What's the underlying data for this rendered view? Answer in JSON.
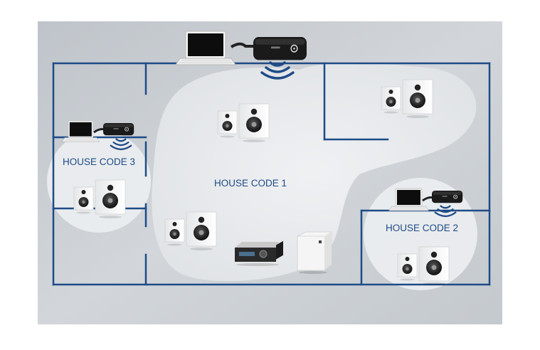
{
  "zones": {
    "house_code_1": "HOUSE CODE 1",
    "house_code_2": "HOUSE CODE 2",
    "house_code_3": "HOUSE CODE 3"
  },
  "colors": {
    "background": "#c9cdd2",
    "walls": "#1e4b86",
    "coverage": "#eceef0",
    "label": "#1e4b86",
    "signal": "#1e4b86"
  },
  "icons": [
    "laptop-icon",
    "wireless-transmitter-icon",
    "wifi-signal-icon",
    "bookshelf-speaker-pair-icon",
    "av-receiver-icon",
    "subwoofer-icon"
  ]
}
